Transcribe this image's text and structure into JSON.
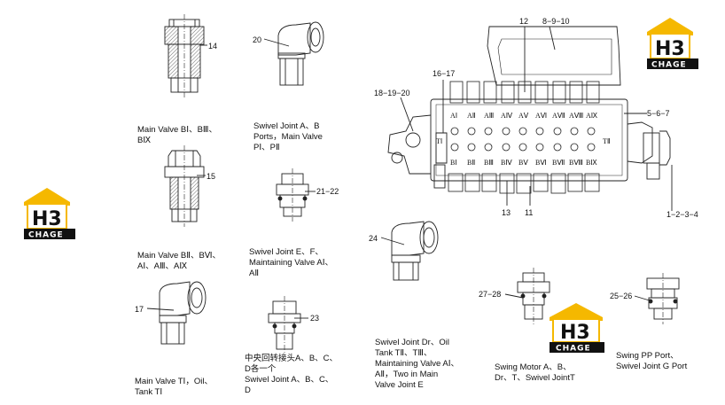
{
  "logo": {
    "mark": "H3",
    "text": "CHAGE",
    "accent_color": "#f5b800"
  },
  "captions": {
    "c14": [
      "Main Valve BⅠ、BⅢ、",
      "BⅨ"
    ],
    "c15": [
      "Main Valve BⅡ、BⅥ、",
      "AⅠ、AⅢ、AⅨ"
    ],
    "c17": [
      "Main Valve TⅠ，Oil、",
      "Tank TⅠ"
    ],
    "c20": [
      "Swivel Joint A、B",
      "Ports，Main Valve",
      "PⅠ、PⅡ"
    ],
    "c21": [
      "Swivel Joint E、F、",
      "Maintaining Valve AⅠ、",
      "AⅡ"
    ],
    "c23": [
      "中央回转接头A、B、C、",
      "D各一个",
      "Swivel Joint A、B、C、",
      "D"
    ],
    "c24": [
      "Swivel Joint Dr、Oil",
      "Tank TⅡ、TⅢ、",
      "Maintaining Valve AⅠ、",
      "AⅡ，Two in Main",
      "Valve Joint E"
    ],
    "c27": [
      "Swing Motor A、B、",
      "Dr、T、Swivel JointT"
    ],
    "c25": [
      "Swing PP Port、",
      "Swivel Joint G Port"
    ]
  },
  "numbers": {
    "n14": "14",
    "n15": "15",
    "n17": "17",
    "n20": "20",
    "n2122": "21−22",
    "n23": "23",
    "n24": "24",
    "n2728": "27−28",
    "n2526": "25−26",
    "n12": "12",
    "n8910": "8−9−10",
    "n1617": "16−17",
    "n181920": "18−19−20",
    "n567": "5−6−7",
    "n1234": "1−2−3−4",
    "n13": "13",
    "n11": "11"
  },
  "valve_ports": {
    "top": [
      "AⅠ",
      "AⅡ",
      "AⅢ",
      "AⅣ",
      "AⅤ",
      "AⅥ",
      "AⅦ",
      "AⅧ",
      "AⅨ"
    ],
    "bottom": [
      "BⅠ",
      "BⅡ",
      "BⅢ",
      "BⅣ",
      "BⅤ",
      "BⅥ",
      "BⅦ",
      "BⅧ",
      "BⅨ"
    ],
    "t1": "TⅠ",
    "t2": "TⅡ"
  }
}
